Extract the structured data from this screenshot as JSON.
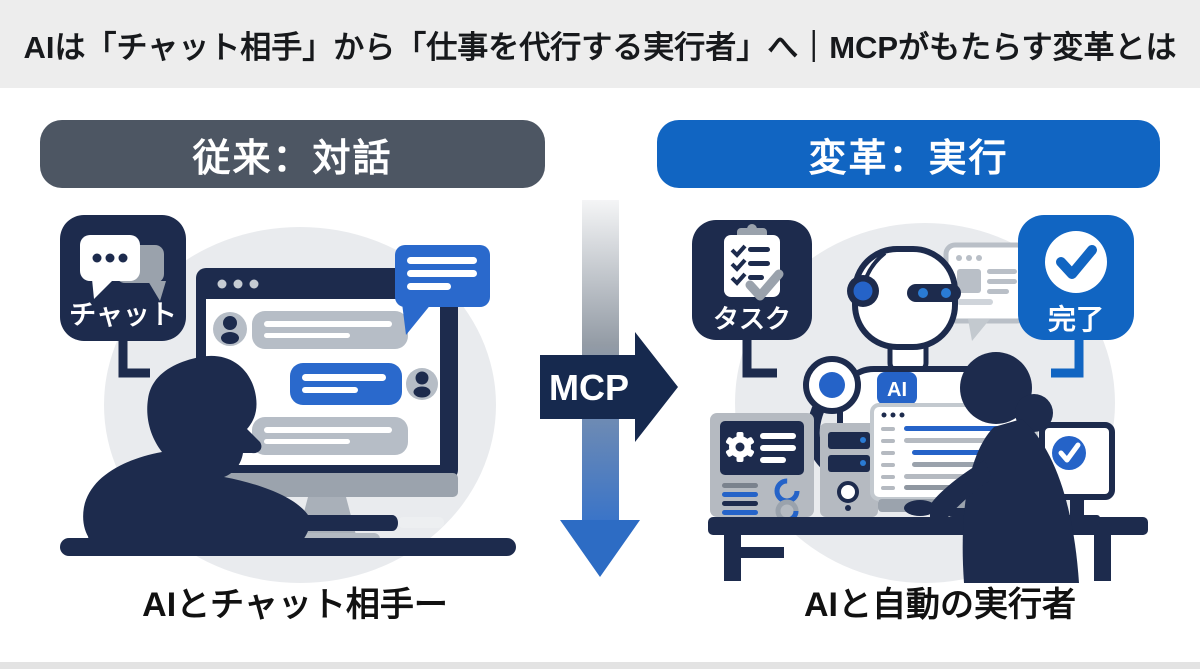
{
  "page": {
    "title": "AIは「チャット相手」から「仕事を代行する実行者」へ｜MCPがもたらす変革とは",
    "background": "#ffffff",
    "header_background": "#ededed"
  },
  "left_panel": {
    "header_label": "従来：対話",
    "header_color": "#4d5663",
    "badge_label": "チャット",
    "badge_color": "#1d2b4d",
    "caption": "AIとチャット相手ー"
  },
  "center": {
    "arrow_label": "MCP",
    "arrow_color": "#16294e",
    "gradient_arrow_colors": [
      "#f4f5f6",
      "#939ba5",
      "#2d6cc4"
    ]
  },
  "right_panel": {
    "header_label": "変革：実行",
    "header_color": "#1165c2",
    "task_badge_label": "タスク",
    "task_badge_color": "#1d2b4d",
    "done_badge_label": "完了",
    "done_badge_color": "#1165c2",
    "ai_chip_label": "AI",
    "ai_chip_color": "#2563c8",
    "caption": "AIと自動の実行者"
  },
  "icons": {
    "chat_badge": "chat-bubbles-icon",
    "task_badge": "clipboard-checklist-icon",
    "done_badge": "check-circle-icon",
    "server_panel": "gear-icon"
  }
}
